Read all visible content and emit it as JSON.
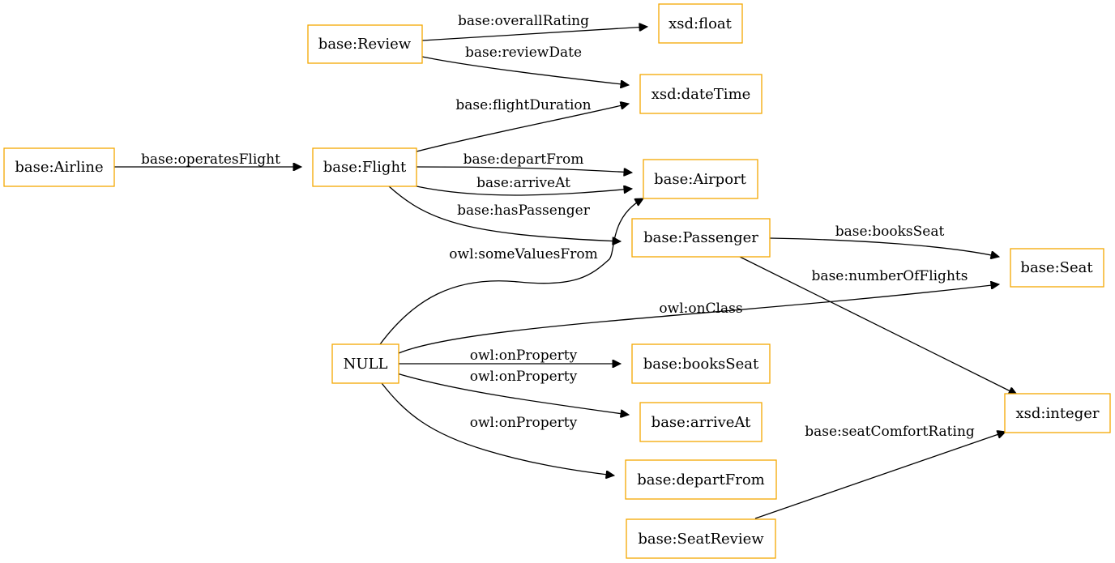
{
  "nodes": {
    "review": "base:Review",
    "float": "xsd:float",
    "datetime": "xsd:dateTime",
    "airline": "base:Airline",
    "flight": "base:Flight",
    "airport": "base:Airport",
    "passenger": "base:Passenger",
    "seat": "base:Seat",
    "null": "NULL",
    "booksseat": "base:booksSeat",
    "arriveat": "base:arriveAt",
    "departfrom": "base:departFrom",
    "integer": "xsd:integer",
    "seatreview": "base:SeatReview"
  },
  "edges": {
    "overallRating": "base:overallRating",
    "reviewDate": "base:reviewDate",
    "flightDuration": "base:flightDuration",
    "operatesFlight": "base:operatesFlight",
    "departFrom": "base:departFrom",
    "arriveAt": "base:arriveAt",
    "hasPassenger": "base:hasPassenger",
    "someValuesFrom": "owl:someValuesFrom",
    "booksSeat": "base:booksSeat",
    "numberOfFlights": "base:numberOfFlights",
    "onClass": "owl:onClass",
    "onProperty1": "owl:onProperty",
    "onProperty2": "owl:onProperty",
    "onProperty3": "owl:onProperty",
    "seatComfortRating": "base:seatComfortRating"
  },
  "colors": {
    "node_border": "#f5a800",
    "edge": "#000000"
  }
}
